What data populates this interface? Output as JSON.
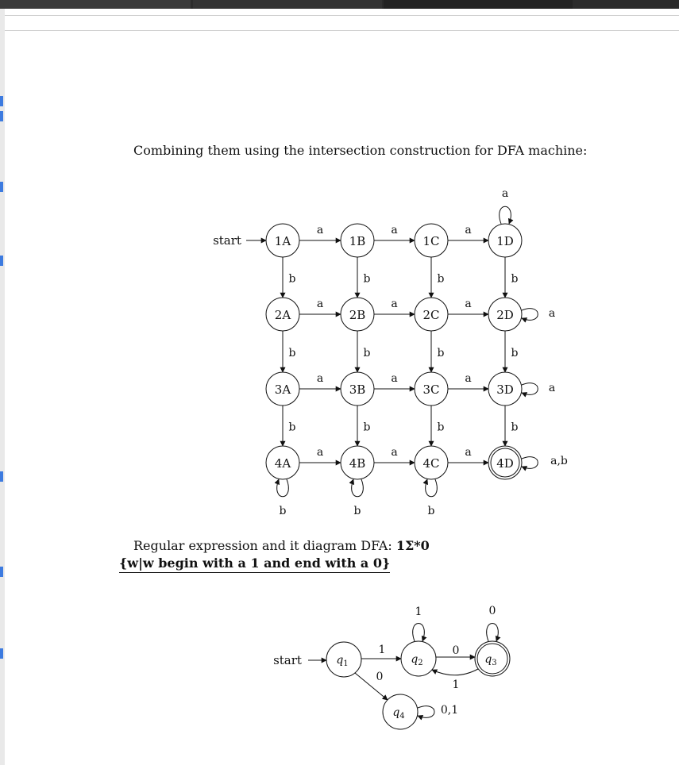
{
  "text": {
    "intro": "Combining them using the intersection construction for DFA machine:",
    "regex_prefix": "Regular expression and it diagram DFA:",
    "regex_formula": "1Σ*0",
    "language": "{w|w begin with a 1 and end with a 0}"
  },
  "diagram1": {
    "start_label": "start",
    "states": [
      "1A",
      "1B",
      "1C",
      "1D",
      "2A",
      "2B",
      "2C",
      "2D",
      "3A",
      "3B",
      "3C",
      "3D",
      "4A",
      "4B",
      "4C",
      "4D"
    ],
    "accepting": [
      "4D"
    ],
    "edge_labels": {
      "a": "a",
      "b": "b",
      "ab": "a,b"
    }
  },
  "diagram2": {
    "start_label": "start",
    "states": [
      "q1",
      "q2",
      "q3",
      "q4"
    ],
    "accepting": [
      "q3"
    ],
    "labels": {
      "q1_q2": "1",
      "q1_q4": "0",
      "q2_q3": "0",
      "q3_q2": "1",
      "q2_loop": "1",
      "q3_loop": "0",
      "q4_loop": "0,1"
    }
  },
  "colors": {
    "marker": "#3d7be0",
    "ink": "#111111",
    "chrome": "#2b2b2b"
  }
}
